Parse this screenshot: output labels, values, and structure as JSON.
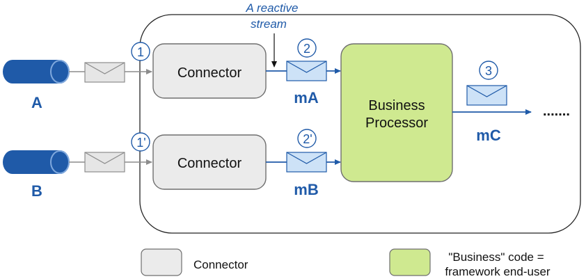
{
  "diagram": {
    "annotation": {
      "line1": "A reactive",
      "line2": "stream"
    },
    "sources": [
      {
        "label": "A"
      },
      {
        "label": "B"
      }
    ],
    "connectors": [
      {
        "label": "Connector"
      },
      {
        "label": "Connector"
      }
    ],
    "markers": {
      "m1": "1",
      "m1b": "1'",
      "m2": "2",
      "m2b": "2'",
      "m3": "3"
    },
    "messages": {
      "mA": "mA",
      "mB": "mB",
      "mC": "mC"
    },
    "business_processor": {
      "line1": "Business",
      "line2": "Processor"
    },
    "continuation": ".......",
    "legend": {
      "connector_label": "Connector",
      "business_line1": "\"Business\" code =",
      "business_line2": "framework end-user"
    },
    "colors": {
      "blue": "#1f5aa8",
      "blue_dark": "#0d3f85",
      "gray_fill": "#ebebeb",
      "gray_stroke": "#6f6f6f",
      "green_fill": "#cfe990",
      "envelope_gray": "#e6e6e6",
      "envelope_blue": "#cde2f7"
    }
  }
}
